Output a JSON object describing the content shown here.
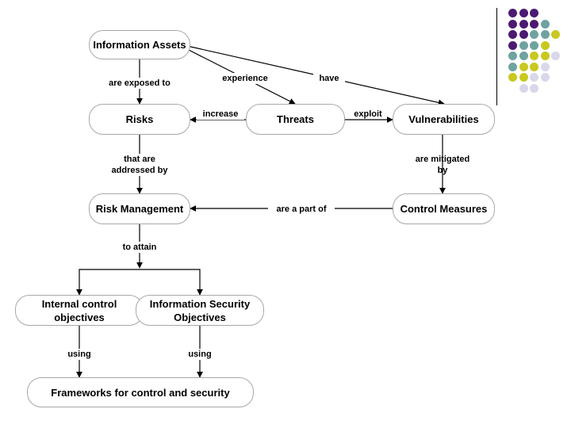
{
  "nodes": {
    "information_assets": "Information Assets",
    "risks": "Risks",
    "threats": "Threats",
    "vulnerabilities": "Vulnerabilities",
    "risk_management": "Risk Management",
    "control_measures": "Control Measures",
    "internal_control_objectives": "Internal control\nobjectives",
    "information_security_objectives": "Information Security\nObjectives",
    "frameworks": "Frameworks for control and security"
  },
  "edges": {
    "are_exposed_to": "are exposed to",
    "experience": "experience",
    "have": "have",
    "increase": "increase",
    "exploit": "exploit",
    "that_are_addressed_by": "that are\naddressed by",
    "are_mitigated_by": "are mitigated\nby",
    "are_a_part_of": "are a part of",
    "to_attain": "to attain",
    "using_left": "using",
    "using_right": "using"
  },
  "decoration": {
    "colors": {
      "purple": "#4b1a73",
      "teal": "#6fa3a0",
      "olive": "#c8c820",
      "lavender": "#d8d8ea"
    },
    "dot_grid": [
      [
        "purple",
        "purple",
        "purple",
        "",
        ""
      ],
      [
        "purple",
        "purple",
        "purple",
        "teal",
        ""
      ],
      [
        "purple",
        "purple",
        "teal",
        "teal",
        "olive"
      ],
      [
        "purple",
        "teal",
        "teal",
        "olive",
        ""
      ],
      [
        "teal",
        "teal",
        "olive",
        "olive",
        "lavender"
      ],
      [
        "teal",
        "olive",
        "olive",
        "lavender",
        ""
      ],
      [
        "olive",
        "olive",
        "lavender",
        "lavender",
        ""
      ],
      [
        "",
        "lavender",
        "lavender",
        "",
        ""
      ]
    ]
  }
}
